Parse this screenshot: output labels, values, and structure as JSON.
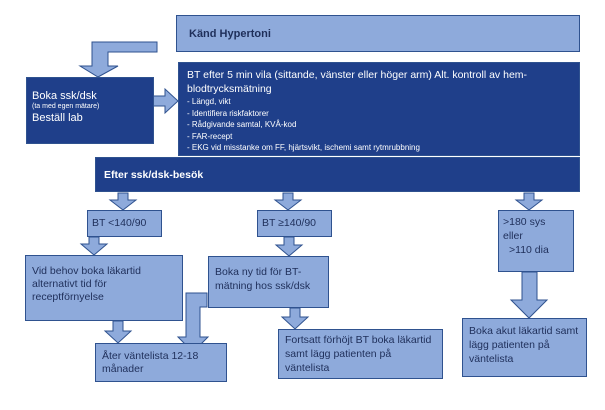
{
  "header": {
    "label": "Känd Hypertoni"
  },
  "left_box": {
    "line1": "Boka ssk/dsk",
    "line2": "(ta med egen mätare)",
    "line3": "Beställ lab"
  },
  "main_box": {
    "title": "BT efter 5 min vila (sittande, vänster eller höger arm) Alt. kontroll av hem-blodtrycksmätning",
    "items": [
      "- Längd, vikt",
      "- Identifiera riskfaktorer",
      "- Rådgivande samtal, KVÅ-kod",
      "- FAR-recept",
      "- EKG vid misstanke om FF, hjärtsvikt, ischemi samt rytmrubbning"
    ]
  },
  "after_visit": {
    "label": "Efter ssk/dsk-besök"
  },
  "branches": {
    "low": {
      "label": "BT <140/90"
    },
    "mid": {
      "label": "BT ≥140/90"
    },
    "high": {
      "line1": ">180 sys",
      "line2": "eller",
      "line3": ">110 dia"
    }
  },
  "outcomes": {
    "book_doctor": "Vid behov boka läkartid alternativt tid för receptförnyelse",
    "new_time": "Boka ny tid för BT-mätning hos ssk/dsk",
    "waitlist": "Åter väntelista 12-18 månader",
    "persistent": "Fortsatt förhöjt BT boka läkartid samt lägg patienten på väntelista",
    "urgent": "Boka akut läkartid samt lägg patienten på väntelista"
  }
}
